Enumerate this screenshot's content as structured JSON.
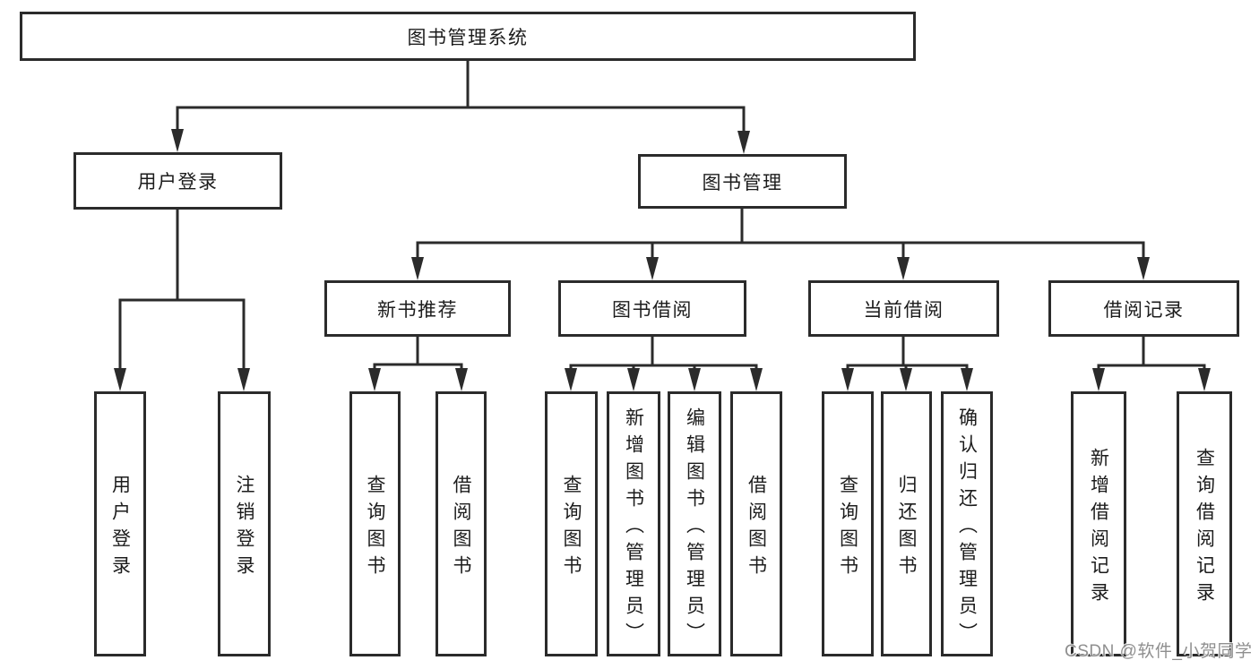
{
  "colors": {
    "line": "#2b2b2b",
    "text": "#1c1c1c",
    "watermark": "#8f8f8f",
    "background": "#ffffff"
  },
  "watermark": {
    "text": "CSDN @软件_小贺同学"
  },
  "tree": {
    "root": {
      "label": "图书管理系统"
    },
    "branches": [
      {
        "label": "用户登录",
        "children": [
          {
            "label": "用户登录"
          },
          {
            "label": "注销登录"
          }
        ]
      },
      {
        "label": "图书管理",
        "children": [
          {
            "label": "新书推荐",
            "children": [
              {
                "label": "查询图书"
              },
              {
                "label": "借阅图书"
              }
            ]
          },
          {
            "label": "图书借阅",
            "children": [
              {
                "label": "查询图书"
              },
              {
                "label": "新增图书（管理员）"
              },
              {
                "label": "编辑图书（管理员）"
              },
              {
                "label": "借阅图书"
              }
            ]
          },
          {
            "label": "当前借阅",
            "children": [
              {
                "label": "查询图书"
              },
              {
                "label": "归还图书"
              },
              {
                "label": "确认归还（管理员）"
              }
            ]
          },
          {
            "label": "借阅记录",
            "children": [
              {
                "label": "新增借阅记录"
              },
              {
                "label": "查询借阅记录"
              }
            ]
          }
        ]
      }
    ]
  }
}
